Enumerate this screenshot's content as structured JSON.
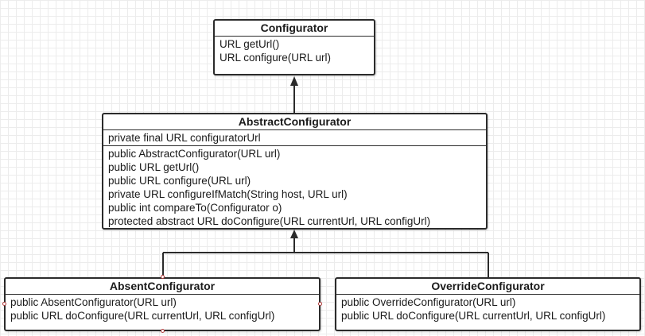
{
  "diagram": {
    "classes": [
      {
        "id": "configurator",
        "name": "Configurator",
        "attributes": [],
        "methods": [
          "URL getUrl()",
          "URL configure(URL url)"
        ]
      },
      {
        "id": "abstract-configurator",
        "name": "AbstractConfigurator",
        "attributes": [
          "private final URL configuratorUrl"
        ],
        "methods": [
          "public AbstractConfigurator(URL url)",
          "public URL getUrl()",
          "public URL configure(URL url)",
          "private URL configureIfMatch(String host, URL url)",
          "public int compareTo(Configurator o)",
          "protected abstract URL doConfigure(URL currentUrl, URL configUrl)"
        ]
      },
      {
        "id": "absent-configurator",
        "name": "AbsentConfigurator",
        "attributes": [],
        "methods": [
          "public AbsentConfigurator(URL url)",
          "public URL doConfigure(URL currentUrl, URL configUrl)"
        ]
      },
      {
        "id": "override-configurator",
        "name": "OverrideConfigurator",
        "attributes": [],
        "methods": [
          "public OverrideConfigurator(URL url)",
          "public URL doConfigure(URL currentUrl, URL configUrl)"
        ]
      }
    ],
    "relations": [
      {
        "type": "inheritance",
        "from": "AbstractConfigurator",
        "to": "Configurator"
      },
      {
        "type": "inheritance",
        "from": "AbsentConfigurator",
        "to": "AbstractConfigurator"
      },
      {
        "type": "inheritance",
        "from": "OverrideConfigurator",
        "to": "AbstractConfigurator"
      }
    ],
    "colors": {
      "line": "#2b2b2b",
      "grid": "#ececec",
      "selection_handle": "#b03a3a"
    }
  }
}
